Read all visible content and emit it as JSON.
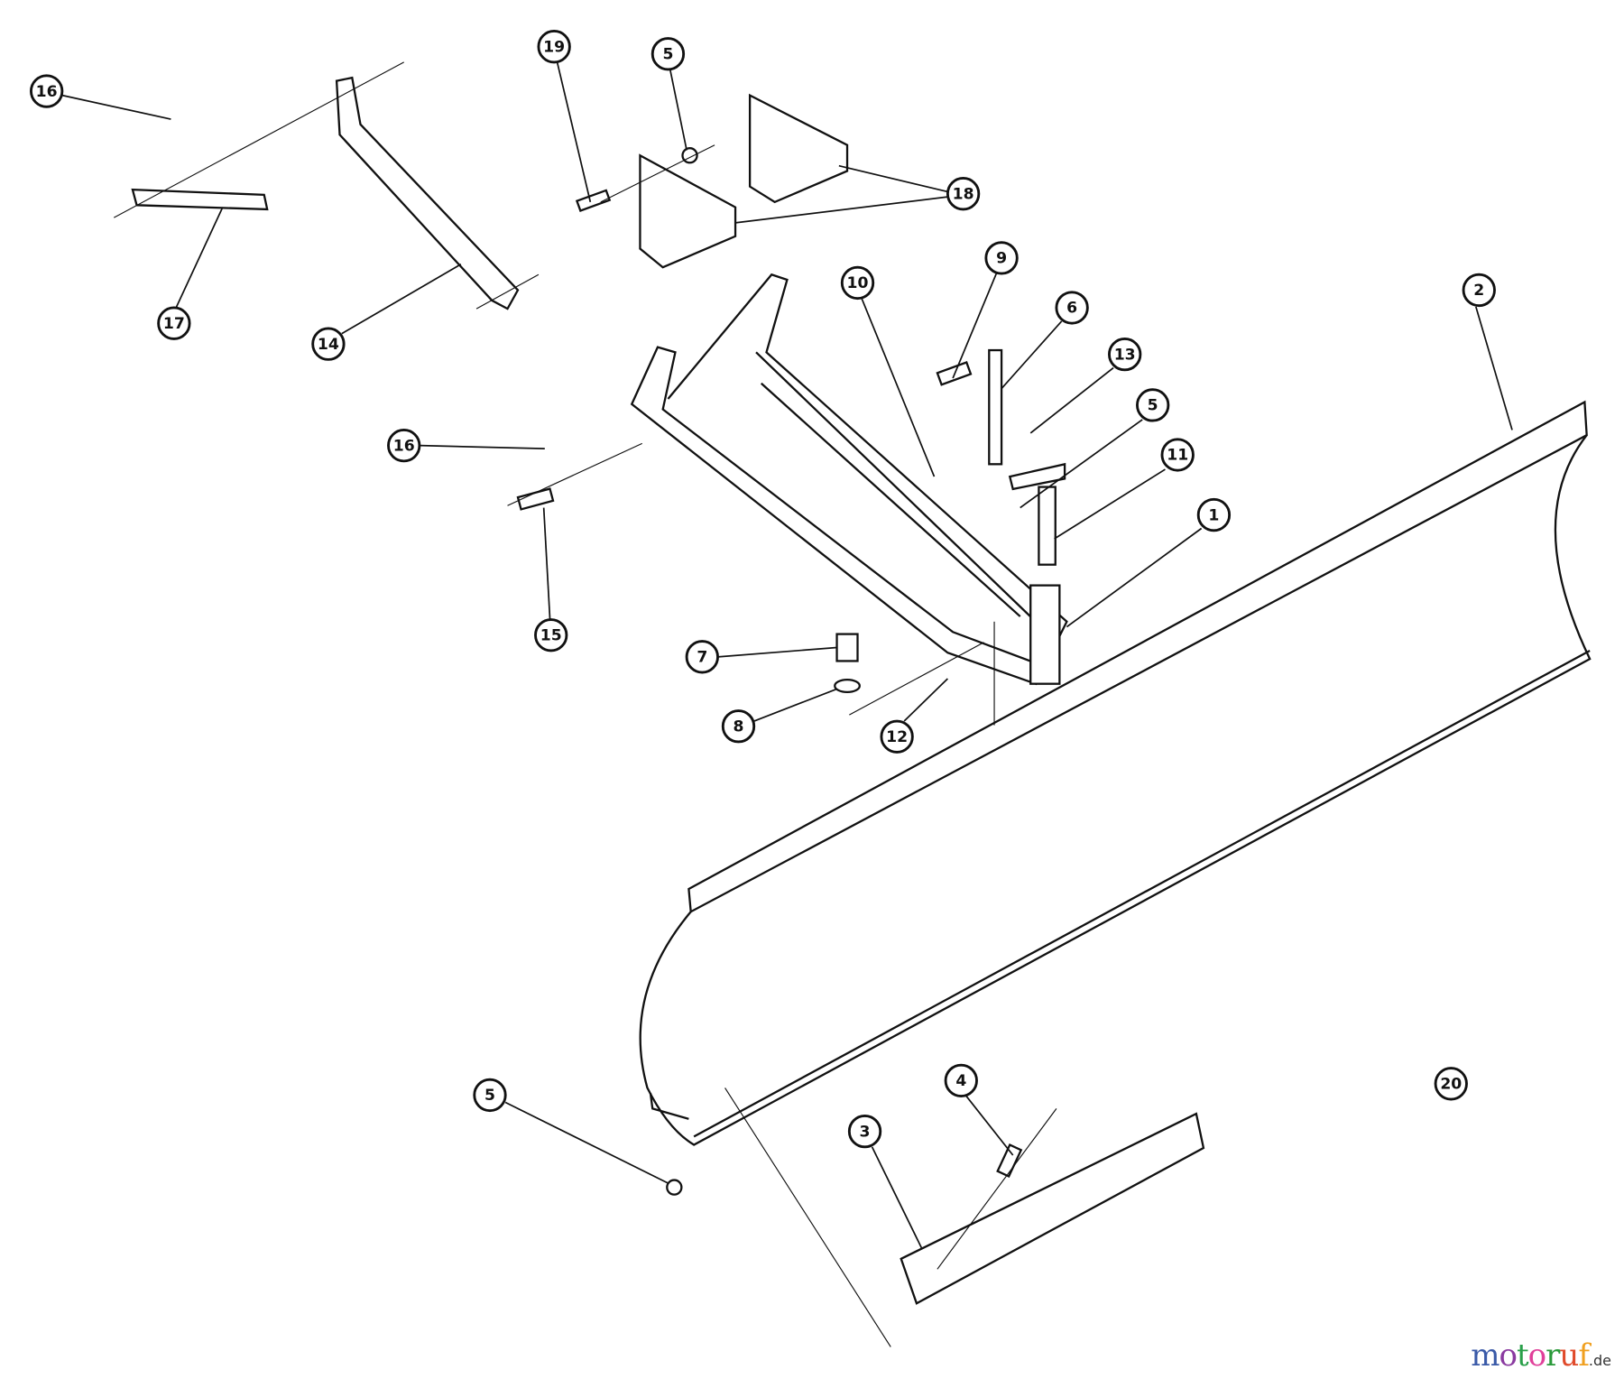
{
  "diagram": {
    "title": "Blade assembly exploded parts view",
    "callouts": [
      "16",
      "19",
      "5",
      "18",
      "17",
      "14",
      "10",
      "9",
      "6",
      "13",
      "5",
      "11",
      "1",
      "2",
      "16",
      "15",
      "7",
      "8",
      "12",
      "5",
      "4",
      "3",
      "20"
    ]
  },
  "watermark": {
    "text": "motoruf",
    "suffix": ".de",
    "colors": [
      "#3a5aa8",
      "#8a3aa0",
      "#2aa04a",
      "#e0409a",
      "#2a9a3a",
      "#e04a2a",
      "#f0a020",
      "#e0c020"
    ]
  }
}
